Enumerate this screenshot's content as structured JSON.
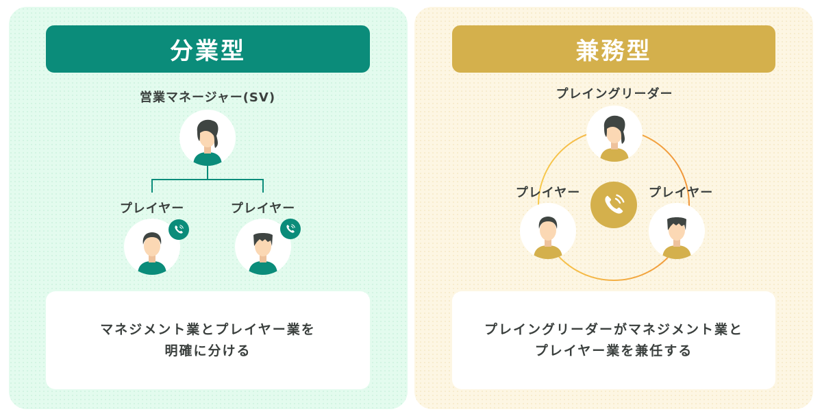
{
  "colors": {
    "left_accent": "#0b8c7a",
    "right_accent": "#d4b04c",
    "left_bg": "#e3fbee",
    "right_bg": "#fdf6e3",
    "text": "#3a3f3d",
    "ring_gradient_start": "#f7c94c",
    "ring_gradient_end": "#f0953a"
  },
  "left": {
    "title": "分業型",
    "manager_label": "営業マネージャー(SV)",
    "player1_label": "プレイヤー",
    "player2_label": "プレイヤー",
    "icons": [
      "manager-avatar",
      "player-avatar",
      "player-avatar",
      "phone-icon",
      "phone-icon"
    ],
    "description_line1": "マネジメント業とプレイヤー業を",
    "description_line2": "明確に分ける"
  },
  "right": {
    "title": "兼務型",
    "leader_label": "プレイングリーダー",
    "player1_label": "プレイヤー",
    "player2_label": "プレイヤー",
    "icons": [
      "leader-avatar",
      "player-avatar",
      "player-avatar",
      "phone-icon"
    ],
    "description_line1": "プレイングリーダーがマネジメント業と",
    "description_line2": "プレイヤー業を兼任する"
  }
}
